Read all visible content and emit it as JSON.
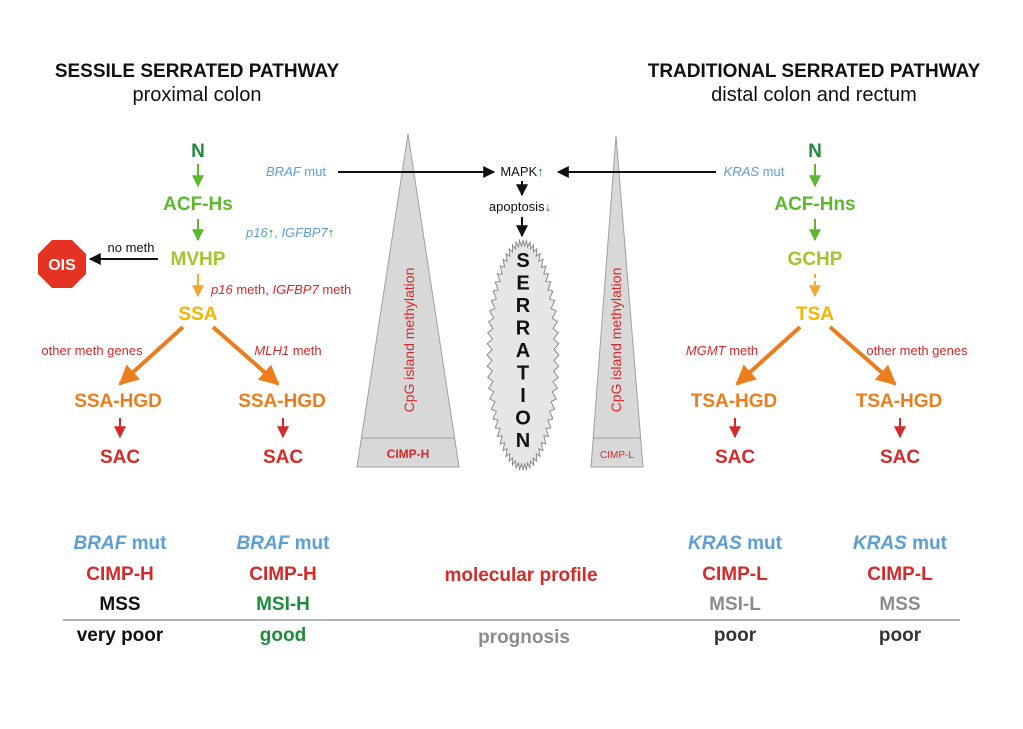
{
  "left_header": {
    "title": "SESSILE SERRATED PATHWAY",
    "subtitle": "proximal colon"
  },
  "right_header": {
    "title": "TRADITIONAL SERRATED PATHWAY",
    "subtitle": "distal colon and rectum"
  },
  "left_nodes": {
    "n": "N",
    "acf": "ACF-Hs",
    "mvhp": "MVHP",
    "ssa": "SSA",
    "hgd_a": "SSA-HGD",
    "hgd_b": "SSA-HGD",
    "sac_a": "SAC",
    "sac_b": "SAC"
  },
  "right_nodes": {
    "n": "N",
    "acf": "ACF-Hns",
    "gchp": "GCHP",
    "tsa": "TSA",
    "hgd_a": "TSA-HGD",
    "hgd_b": "TSA-HGD",
    "sac_a": "SAC",
    "sac_b": "SAC"
  },
  "ois": {
    "label": "OIS",
    "edge_label": "no meth"
  },
  "left_edges": {
    "p16_up": "p16",
    "igfbp7_up": "IGFBP7",
    "p16_meth_gene": "p16",
    "p16_meth_suffix": " meth, ",
    "igfbp7_meth_gene": "IGFBP7",
    "meth_suffix": " meth",
    "other_meth": "other meth genes",
    "mlh1_gene": "MLH1"
  },
  "right_edges": {
    "mgmt_gene": "MGMT",
    "meth_suffix": " meth",
    "other_meth": "other meth genes"
  },
  "center": {
    "braf_gene": "BRAF",
    "braf_suffix": " mut",
    "kras_gene": "KRAS",
    "kras_suffix": " mut",
    "mapk": "MAPK",
    "apoptosis": "apoptosis",
    "serration": [
      "S",
      "E",
      "R",
      "R",
      "A",
      "T",
      "I",
      "O",
      "N"
    ],
    "cpg_label": "CpG island methylation",
    "cimp_h": "CIMP-H",
    "cimp_l": "CIMP-L"
  },
  "colors": {
    "green": "#1e8c3a",
    "lightgreen": "#5cb82d",
    "yellowgreen": "#a3c62c",
    "yellow": "#f5b500",
    "orange": "#ec7d1c",
    "red": "#d52a2a",
    "blue": "#5b9fd4",
    "gray": "#808080"
  },
  "profiles": {
    "col1": {
      "mut_gene": "BRAF",
      "mut_suffix": " mut",
      "cimp": "CIMP-H",
      "ms": "MSS",
      "prognosis": "very poor"
    },
    "col2": {
      "mut_gene": "BRAF",
      "mut_suffix": " mut",
      "cimp": "CIMP-H",
      "ms": "MSI-H",
      "prognosis": "good"
    },
    "center": {
      "molecular": "molecular profile",
      "prognosis": "prognosis"
    },
    "col3": {
      "mut_gene": "KRAS",
      "mut_suffix": " mut",
      "cimp": "CIMP-L",
      "ms": "MSI-L",
      "prognosis": "poor"
    },
    "col4": {
      "mut_gene": "KRAS",
      "mut_suffix": " mut",
      "cimp": "CIMP-L",
      "ms": "MSS",
      "prognosis": "poor"
    }
  }
}
